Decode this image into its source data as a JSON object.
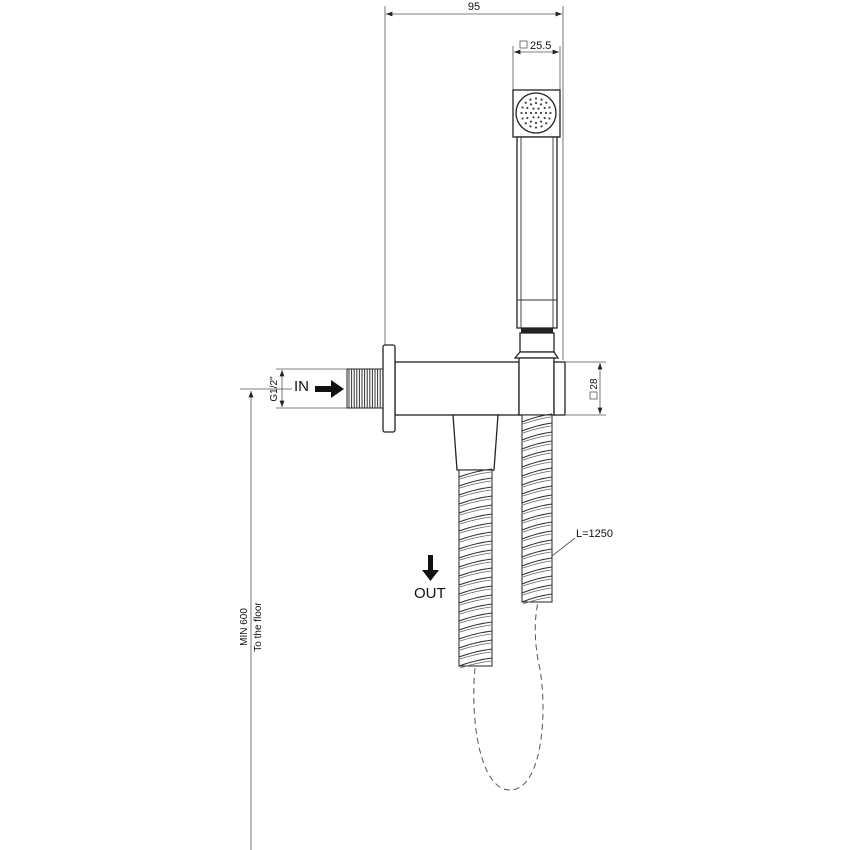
{
  "dimensions": {
    "overall_width": "95",
    "head_size": "25.5",
    "body_size": "28",
    "inlet_thread": "G1/2\"",
    "hose_length": "L=1250",
    "min_height": "MIN 600",
    "min_height_note": "To the floor"
  },
  "flow_labels": {
    "inlet": "IN",
    "outlet": "OUT"
  },
  "icons": {
    "square_symbol": "square-dimension-icon",
    "inlet_arrow": "arrow-right-icon",
    "outlet_arrow": "arrow-down-icon"
  }
}
